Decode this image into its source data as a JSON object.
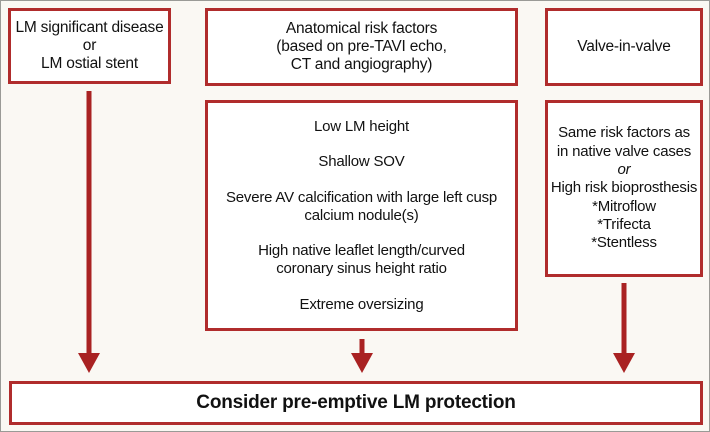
{
  "figure": {
    "background_color": "#faf8f3",
    "accent_color": "#b02c2c",
    "arrow_color": "#a92222",
    "border_color": "#9a9a96"
  },
  "boxes": {
    "lm_disease": {
      "lines": [
        "LM significant disease",
        "or",
        "LM ostial stent"
      ]
    },
    "anatomical": {
      "lines": [
        "Anatomical risk factors",
        "(based on pre-TAVI echo,",
        "CT and angiography)"
      ]
    },
    "valve_in_valve": {
      "lines": [
        "Valve-in-valve"
      ]
    },
    "risk_list": {
      "items": [
        {
          "lines": [
            "Low LM height"
          ]
        },
        {
          "lines": [
            "Shallow SOV"
          ]
        },
        {
          "lines": [
            "Severe AV calcification with large left cusp",
            "calcium nodule(s)"
          ]
        },
        {
          "lines": [
            "High native leaflet length/curved",
            "coronary sinus height ratio"
          ]
        },
        {
          "lines": [
            "Extreme oversizing"
          ]
        }
      ]
    },
    "viv_details": {
      "lines": [
        "Same risk factors as",
        "in native valve cases",
        "or",
        "High risk bioprosthesis",
        "*Mitroflow",
        "*Trifecta",
        "*Stentless"
      ],
      "italic_line_index": 2
    },
    "conclusion": {
      "label": "Consider pre-emptive LM protection"
    }
  },
  "arrows": [
    {
      "name": "arrow-left-to-conclusion",
      "direction": "down"
    },
    {
      "name": "arrow-middle-to-conclusion",
      "direction": "down"
    },
    {
      "name": "arrow-right-to-conclusion",
      "direction": "down"
    }
  ]
}
